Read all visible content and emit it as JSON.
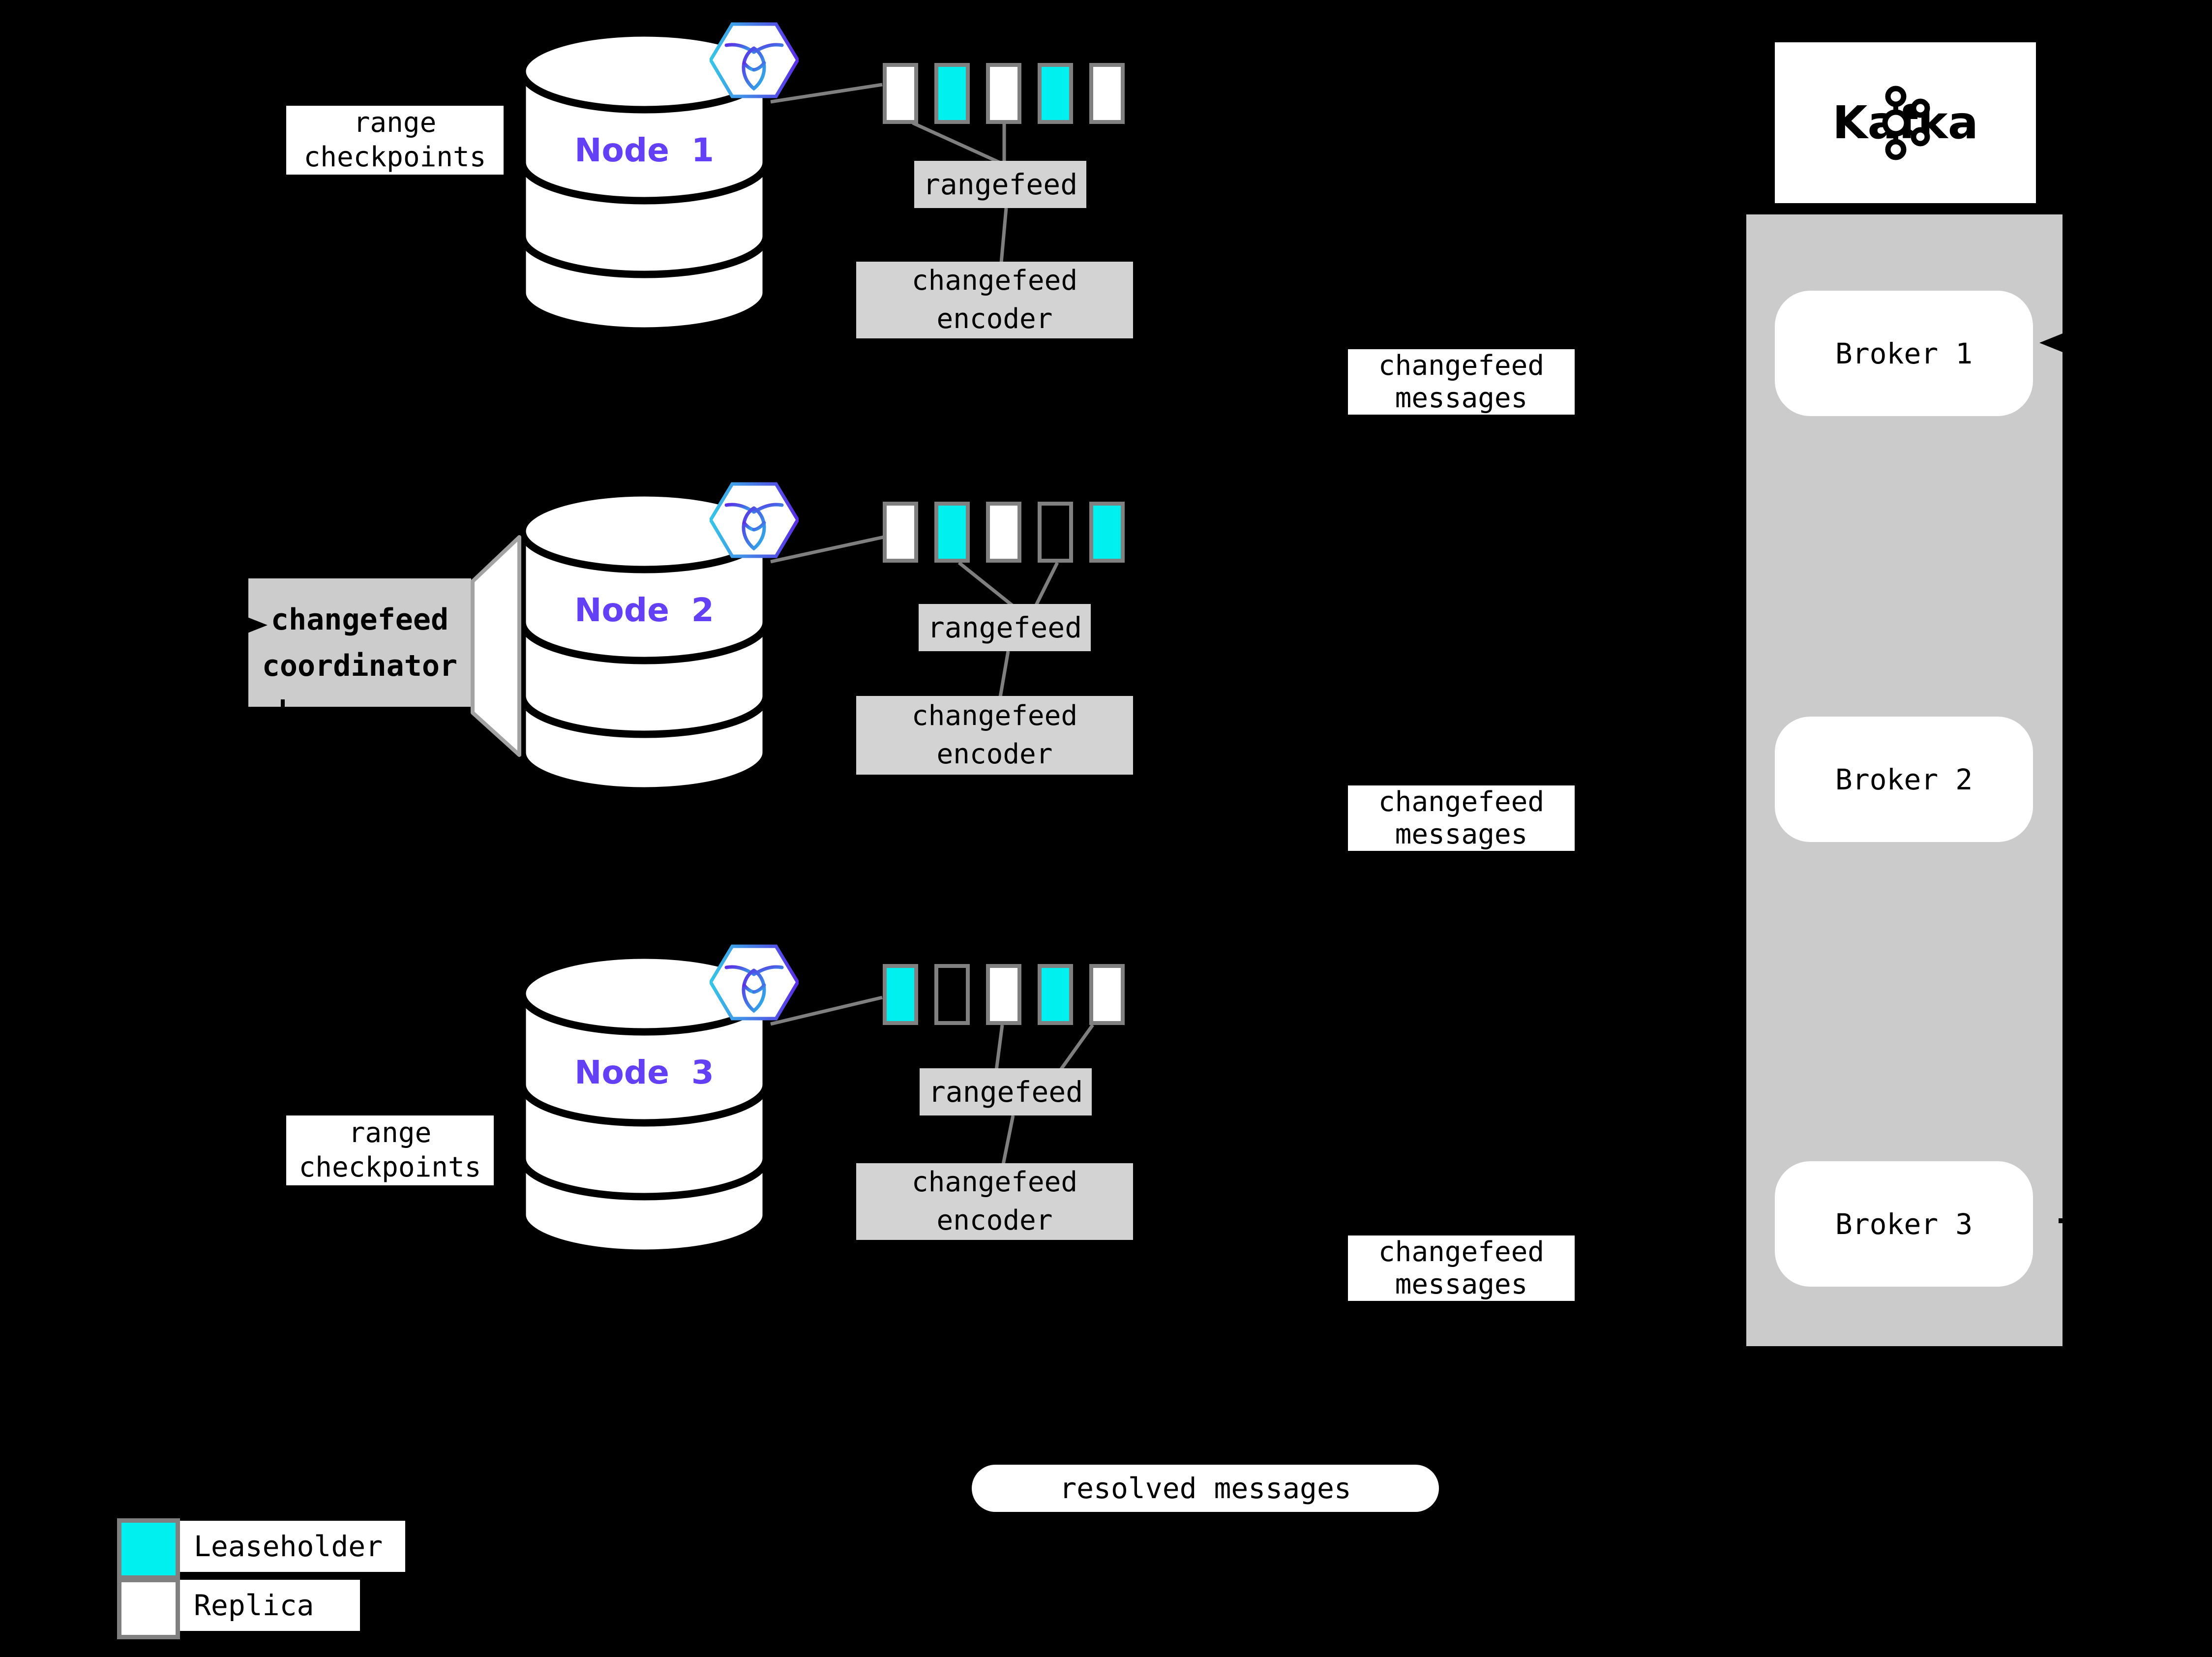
{
  "background": "#000000",
  "colors": {
    "leaseholder": "#00F0F0",
    "replica": "#FFFFFF",
    "range_border": "#808080",
    "gray_box": "#D3D3D3",
    "kafka_panel": "#CBCBCB",
    "node_label": "#6340F5",
    "hex_gradient_left": "#35C6E8",
    "hex_gradient_right": "#5B2EE5",
    "connector_line": "#7F7F7F"
  },
  "labels": {
    "range_checkpoints": [
      "range",
      "checkpoints"
    ],
    "rangefeed": "rangefeed",
    "changefeed_encoder": [
      "changefeed",
      "encoder"
    ],
    "changefeed_messages": [
      "changefeed",
      "messages"
    ],
    "changefeed_coordinator": [
      "changefeed",
      "coordinator"
    ],
    "resolved_messages": "resolved messages"
  },
  "nodes": [
    {
      "label": "Node 1",
      "ranges": [
        "replica",
        "leaseholder",
        "replica",
        "leaseholder",
        "replica"
      ]
    },
    {
      "label": "Node 2",
      "ranges": [
        "replica",
        "leaseholder",
        "replica",
        "empty",
        "leaseholder"
      ]
    },
    {
      "label": "Node 3",
      "ranges": [
        "leaseholder",
        "empty",
        "replica",
        "leaseholder",
        "replica"
      ]
    }
  ],
  "kafka": {
    "brand": "Kafka",
    "brokers": [
      "Broker 1",
      "Broker 2",
      "Broker 3"
    ]
  },
  "legend": {
    "leaseholder": "Leaseholder",
    "replica": "Replica"
  }
}
